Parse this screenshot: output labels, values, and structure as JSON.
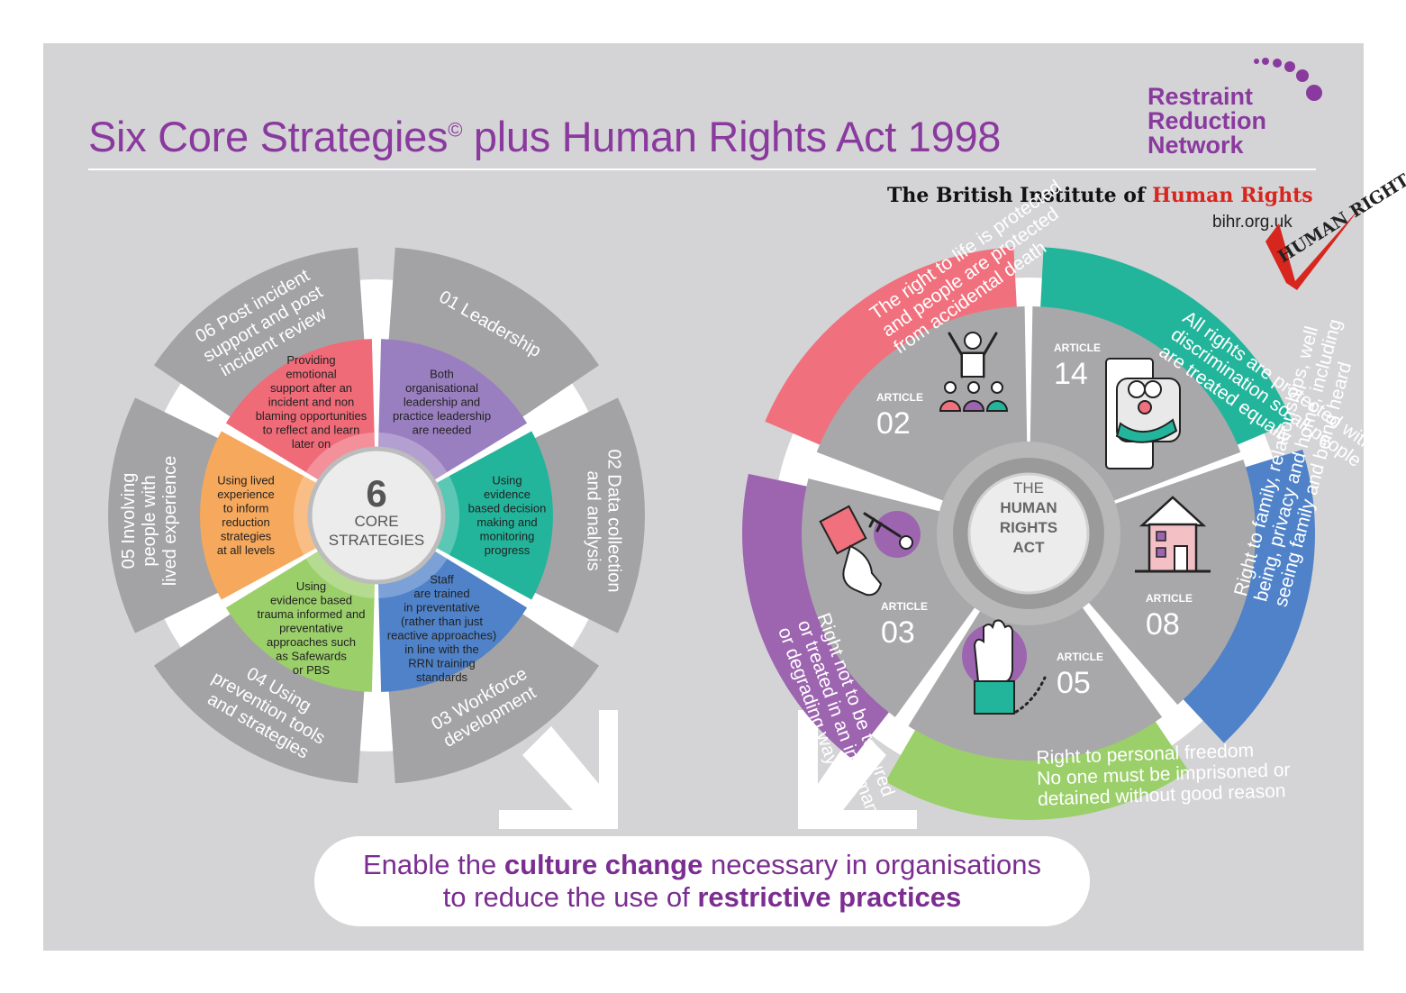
{
  "header": {
    "title": "Six Core Strategies",
    "title_mark": "©",
    "title_rest": " plus Human Rights Act 1998",
    "rrn_line1": "Restraint",
    "rrn_line2": "Reduction",
    "rrn_line3": "Network",
    "bihr_prefix": "The British Institute of ",
    "bihr_highlight": "Human Rights",
    "bihr_url": "bihr.org.uk",
    "human_rights_logo": "HUMAN RIGHTS"
  },
  "core": {
    "hub_number": "6",
    "hub_line1": "CORE",
    "hub_line2": "STRATEGIES",
    "segments": [
      {
        "num": "01",
        "title": [
          "Leadership"
        ],
        "color": "#9a7fc0",
        "text": [
          "Both",
          "organisational",
          "leadership and",
          "practice leadership",
          "are needed"
        ]
      },
      {
        "num": "02",
        "title": [
          "Data collection",
          "and analysis"
        ],
        "color": "#23b59b",
        "text": [
          "Using",
          "evidence",
          "based decision",
          "making and",
          "monitoring",
          "progress"
        ]
      },
      {
        "num": "03",
        "title": [
          "Workforce",
          "development"
        ],
        "color": "#4f82c8",
        "text": [
          "Staff",
          "are trained",
          "in preventative",
          "(rather than just",
          "reactive approaches)",
          "in line with the",
          "RRN training",
          "standards"
        ]
      },
      {
        "num": "04",
        "title": [
          "Using",
          "prevention tools",
          "and strategies"
        ],
        "color": "#9bcf6a",
        "text": [
          "Using",
          "evidence based",
          "trauma informed and",
          "preventative",
          "approaches such",
          "as Safewards",
          "or PBS"
        ]
      },
      {
        "num": "05",
        "title": [
          "Involving",
          "people with",
          "lived experience"
        ],
        "color": "#f6a85c",
        "text": [
          "Using lived",
          "experience",
          "to inform",
          "reduction",
          "strategies",
          "at all levels"
        ]
      },
      {
        "num": "06",
        "title": [
          "Post incident",
          "support and post",
          "incident review"
        ],
        "color": "#ef6b78",
        "text": [
          "Providing",
          "emotional",
          "support after an",
          "incident and non",
          "blaming opportunities",
          "to reflect and learn",
          "later on"
        ]
      }
    ]
  },
  "hra": {
    "hub_line1": "THE",
    "hub_line2": "HUMAN",
    "hub_line3": "RIGHTS",
    "hub_line4": "ACT",
    "article_label": "ARTICLE",
    "articles": [
      {
        "num": "02",
        "icon": "people-celebrating-icon",
        "color": "#f0707d",
        "text": [
          "The right to life is protected",
          "and people are protected",
          "from accidental death"
        ]
      },
      {
        "num": "14",
        "icon": "family-document-icon",
        "color": "#23b59b",
        "text": [
          "All rights are protected without",
          "discrimination so all people",
          "are treated equally"
        ]
      },
      {
        "num": "08",
        "icon": "house-icon",
        "color": "#4f82c8",
        "text": [
          "Right to family, relationships, well",
          "being, privacy and home, including",
          "seeing family and being heard"
        ]
      },
      {
        "num": "05",
        "icon": "raised-hand-icon",
        "color": "#9bcf6a",
        "text": [
          "Right to personal freedom",
          "No one must be imprisoned or",
          "detained without good reason"
        ]
      },
      {
        "num": "03",
        "icon": "hand-key-icon",
        "color": "#9d64b0",
        "text": [
          "Right not to be tortured",
          "or treated in an inhuman",
          "or degrading way"
        ]
      }
    ]
  },
  "footer": {
    "line1_before": "Enable the ",
    "line1_bold": "culture change",
    "line1_after": " necessary in organisations",
    "line2_before": "to reduce the use of ",
    "line2_bold": "restrictive practices"
  }
}
